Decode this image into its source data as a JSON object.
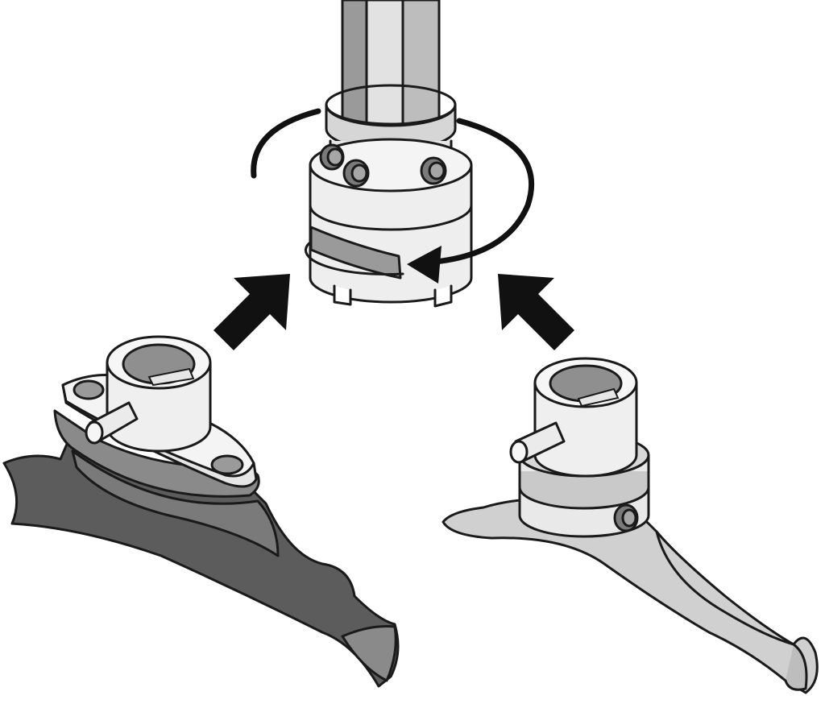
{
  "diagram": {
    "parts": [
      "spindle-head",
      "tire-tool-head-left",
      "tire-tool-head-right"
    ],
    "colors": {
      "light": "#ececec",
      "white": "#f7f7f7",
      "mid": "#bdbdbd",
      "dark": "#8a8a8a",
      "darker": "#5c5c5c",
      "outline": "#1a1a1a",
      "arrow": "#111111"
    }
  }
}
